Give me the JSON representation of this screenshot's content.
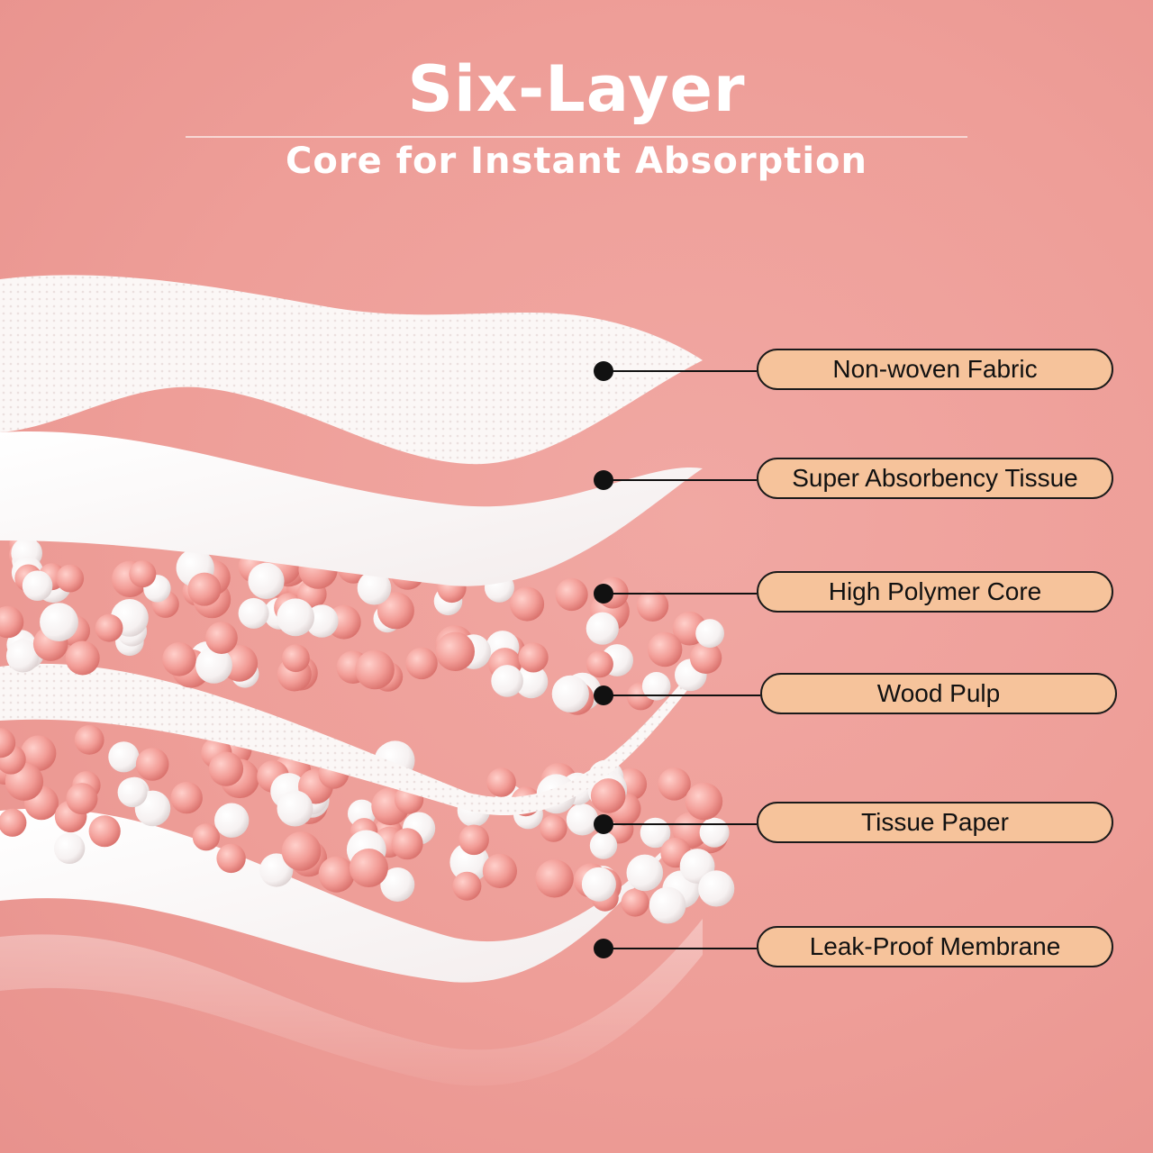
{
  "title": "Six-Layer",
  "subtitle": "Core for Instant Absorption",
  "colors": {
    "background": "#ee9e98",
    "pill_fill": "#f6c39b",
    "pill_border": "#1a1a1a",
    "sheet": "#ffffff",
    "bead_pink": "#f4a6a0",
    "bead_white": "#ffffff"
  },
  "layers": [
    {
      "label": "Non-woven Fabric"
    },
    {
      "label": "Super Absorbency Tissue"
    },
    {
      "label": "High Polymer Core"
    },
    {
      "label": "Wood Pulp"
    },
    {
      "label": "Tissue Paper"
    },
    {
      "label": "Leak-Proof Membrane"
    }
  ]
}
